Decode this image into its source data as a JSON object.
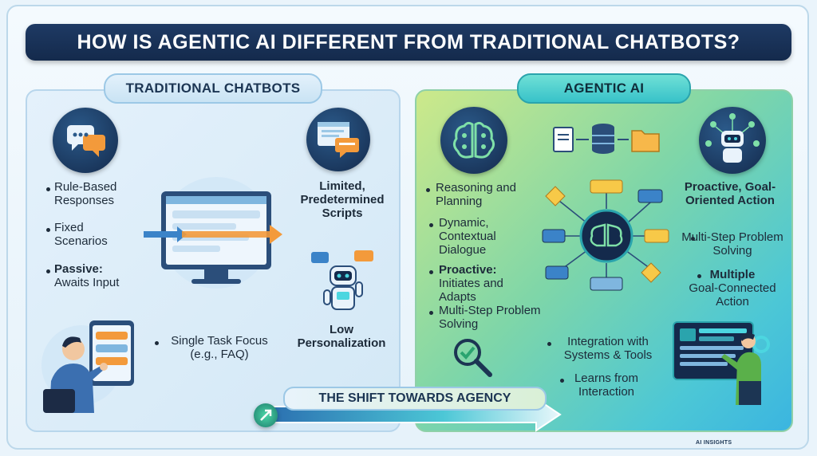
{
  "title": "HOW IS AGENTIC AI DIFFERENT FROM TRADITIONAL CHATBOTS?",
  "left": {
    "header": "TRADITIONAL CHATBOTS",
    "bullets": {
      "rule_based": "Rule-Based Responses",
      "fixed": "Fixed Scenarios",
      "passive_bold": "Passive:",
      "passive_rest": "Awaits Input",
      "single_task": "Single Task Focus (e.g., FAQ)"
    },
    "limited": "Limited, Predetermined Scripts",
    "low_personalization": "Low Personalization"
  },
  "right": {
    "header": "AGENTIC AI",
    "bullets": {
      "reasoning": "Reasoning and Planning",
      "dynamic": "Dynamic, Contextual Dialogue",
      "proactive_bold": "Proactive:",
      "proactive_rest": "Initiates and Adapts",
      "multistep": "Multi-Step Problem Solving",
      "integration": "Integration with Systems & Tools",
      "learns": "Learns from Interaction"
    },
    "goal_oriented": "Proactive, Goal-Oriented Action",
    "multistep_right": "Multi-Step Problem Solving",
    "multiple_bold": "Multiple",
    "multiple_rest": "Goal-Connected Action"
  },
  "shift": "THE SHIFT TOWARDS AGENCY",
  "watermark": "AI INSIGHTS",
  "colors": {
    "navy": "#142a4c",
    "orange": "#f39a3b",
    "teal": "#38c2c9",
    "lime": "#cde98a"
  },
  "icons": [
    "chat-bubbles-icon",
    "browser-window-icon",
    "monitor-icon",
    "robot-icon",
    "person-icon",
    "brain-circuit-icon",
    "database-icon",
    "folder-icon",
    "document-icon",
    "magnifier-check-icon",
    "robot-network-icon",
    "dashboard-icon",
    "arrow-icon"
  ]
}
